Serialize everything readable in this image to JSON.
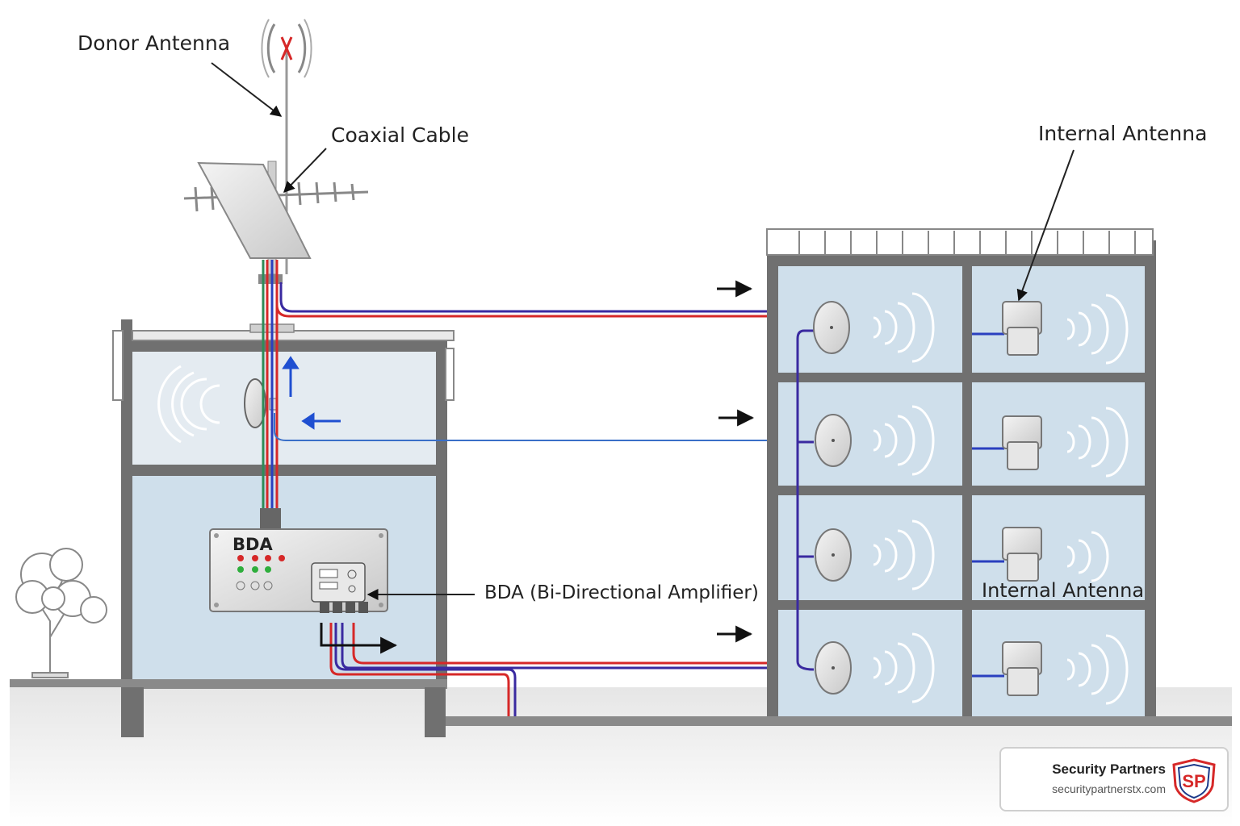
{
  "labels": {
    "donor_antenna": "Donor Antenna",
    "coaxial_cable": "Coaxial Cable",
    "internal_antenna_top": "Internal Antenna",
    "internal_antenna_mid": "Internal Antenna",
    "bda_device": "BDA",
    "bda_full": "BDA (Bi-Directional Amplifier)"
  },
  "branding": {
    "company": "Security Partners",
    "url": "securitypartnerstx.com",
    "logo_letters": "SP",
    "logo_icon": "shield-icon"
  },
  "colors": {
    "cable_red": "#d62828",
    "cable_blue": "#2a3fbf",
    "cable_light_blue": "#3a6fc8",
    "wall": "#707070",
    "room_fill": "#cfdfeb",
    "accent_arrow": "#1f4fd1",
    "logo_red": "#d62828",
    "logo_blue": "#1d3a8a"
  }
}
